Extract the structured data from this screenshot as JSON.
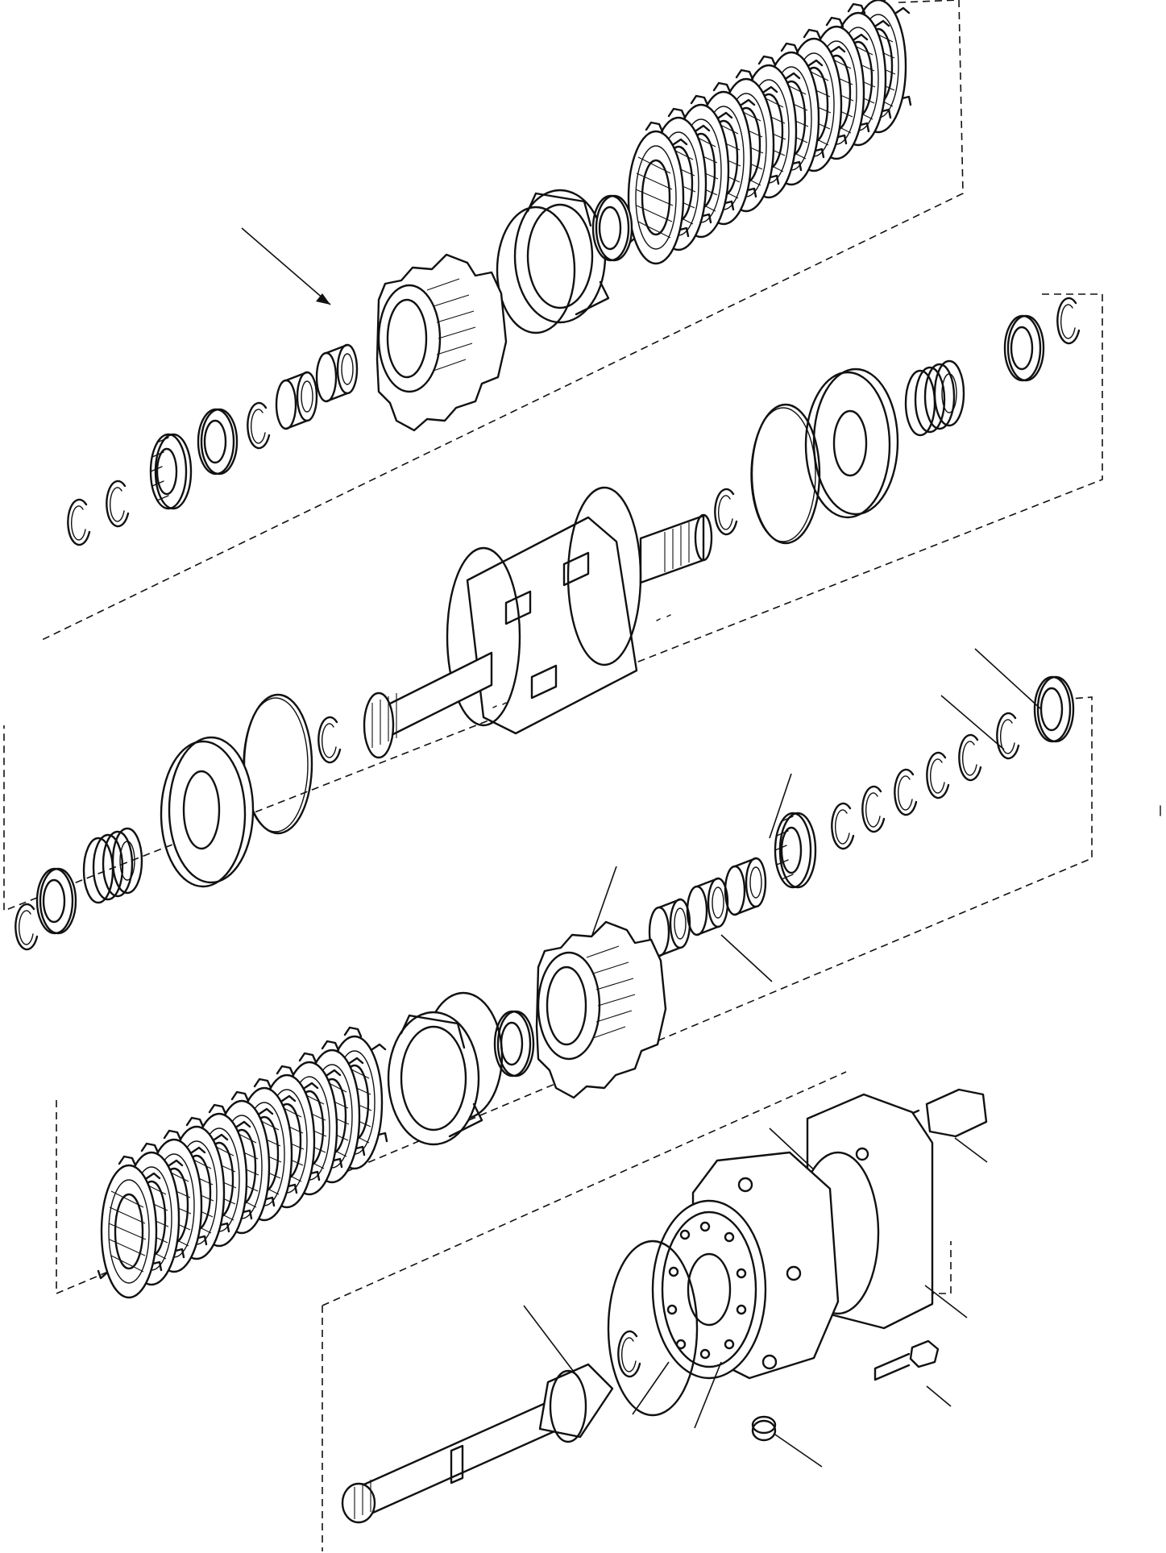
{
  "diagram": {
    "type": "exploded-parts-view",
    "background": "#ffffff",
    "ink": "#111111",
    "panels": [
      "upper-clutch-pack",
      "shaft-and-drum",
      "lower-clutch-pack",
      "housing-and-output-shaft"
    ],
    "labels": []
  }
}
